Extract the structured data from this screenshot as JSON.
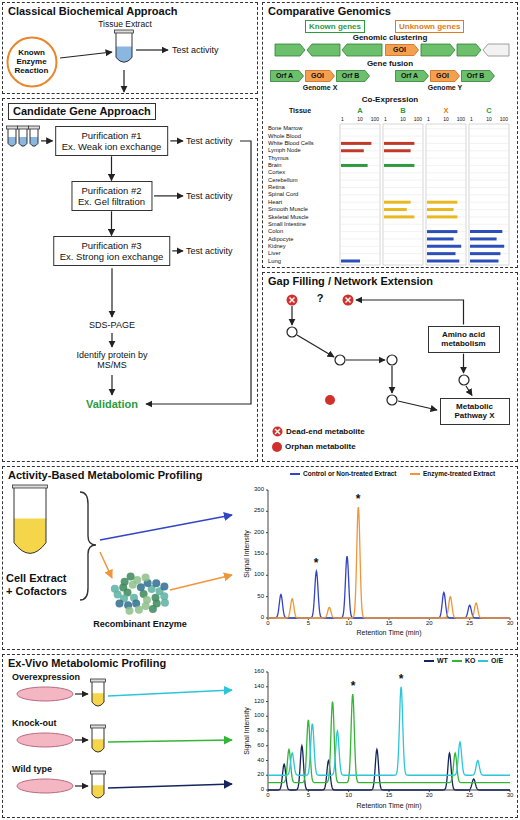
{
  "diagram": {
    "nodes": [
      {
        "text": [
          "Classical Biochemical Approach"
        ]
      },
      {
        "text": [
          "Known Enzyme Reaction"
        ],
        "in": 0
      },
      {
        "text": [
          "Candidate Gene Approach"
        ]
      },
      {
        "text": [
          "Purification #1",
          "Ex. Weak ion exchange"
        ],
        "in": 2
      },
      {
        "text": [
          "Purification #2",
          "Ex. Gel filtration"
        ],
        "in": 2
      },
      {
        "text": [
          "Purification #3",
          "Ex. Strong ion exchange"
        ],
        "in": 2
      },
      {
        "text": [
          "Comparative Genomics"
        ]
      },
      {
        "text": [
          "GOI"
        ],
        "in": 6
      },
      {
        "text": [
          "Orf A"
        ],
        "in": 6
      },
      {
        "text": [
          "GOI"
        ],
        "in": 6
      },
      {
        "text": [
          "Orf B"
        ],
        "in": 6
      },
      {
        "text": [
          "Orf A"
        ],
        "in": 6
      },
      {
        "text": [
          "GOI"
        ],
        "in": 6
      },
      {
        "text": [
          "Orf B"
        ],
        "in": 6
      },
      {
        "text": [
          "Gap Filling / Network Extension"
        ]
      },
      {
        "text": [
          "Amino acid metabolism"
        ],
        "in": 14
      },
      {
        "text": [
          "Metabolic Pathway X"
        ],
        "in": 14
      },
      {
        "text": [
          "Activity-Based Metabolomic Profiling"
        ]
      },
      {
        "text": [
          "Ex-Vivo Metabolomic Profiling"
        ]
      }
    ],
    "edges": [
      {
        "from": 3,
        "to": 4,
        "arrow": "to"
      },
      {
        "from": 4,
        "to": 5,
        "arrow": "to"
      }
    ],
    "labels": [
      "Tissue Extract",
      "Test activity",
      "Test activity",
      "Test activity",
      "Test activity",
      "SDS-PAGE",
      "Identify protein by MS/MS",
      "Validation",
      "Genomic clustering",
      "Gene fusion",
      "Genome X",
      "Genome Y",
      "Co-Expression",
      "Tissue",
      "A",
      "B",
      "X",
      "C",
      "1",
      "10",
      "100",
      "1",
      "10",
      "100",
      "1",
      "10",
      "100",
      "1",
      "10",
      "100",
      "Bone Marrow",
      "Whole Blood",
      "White Blood Cells",
      "Lymph Node",
      "Thymus",
      "Brain",
      "Cortex",
      "Cerebellum",
      "Retina",
      "Spinal Cord",
      "Heart",
      "Smooth Muscle",
      "Skeletal Muscle",
      "Small Intestine",
      "Colon",
      "Adipocyte",
      "Kidney",
      "Liver",
      "Lung",
      "?",
      "Cell Extract + Cofactors",
      "Recombinant Enzyme",
      "Signal Intensity",
      "Retention Time (min)",
      "0",
      "50",
      "100",
      "150",
      "200",
      "250",
      "300",
      "0",
      "5",
      "10",
      "15",
      "20",
      "25",
      "30",
      "*",
      "*",
      "Overexpression",
      "Knock-out",
      "Wild type",
      "Signal Intensity",
      "Retention Time (min)",
      "0",
      "20",
      "40",
      "60",
      "80",
      "100",
      "120",
      "140",
      "160",
      "0",
      "5",
      "10",
      "15",
      "20",
      "25",
      "30",
      "*",
      "*"
    ],
    "legend": [
      {
        "text": "Known genes",
        "color": "#2e9a3e"
      },
      {
        "text": "Unknown genes",
        "color": "#e07b20"
      },
      {
        "text": "Dead-end metabolite",
        "color": "#d0312d"
      },
      {
        "text": "Orphan metabolite",
        "color": "#d0312d"
      },
      {
        "text": "Control or Non-treated Extract",
        "color": "#3344c4"
      },
      {
        "text": "Enzyme-treated Extract",
        "color": "#f0963a"
      },
      {
        "text": "WT",
        "color": "#16245e"
      },
      {
        "text": "KO",
        "color": "#35b535"
      },
      {
        "text": "O/E",
        "color": "#2cc6d8"
      }
    ]
  }
}
